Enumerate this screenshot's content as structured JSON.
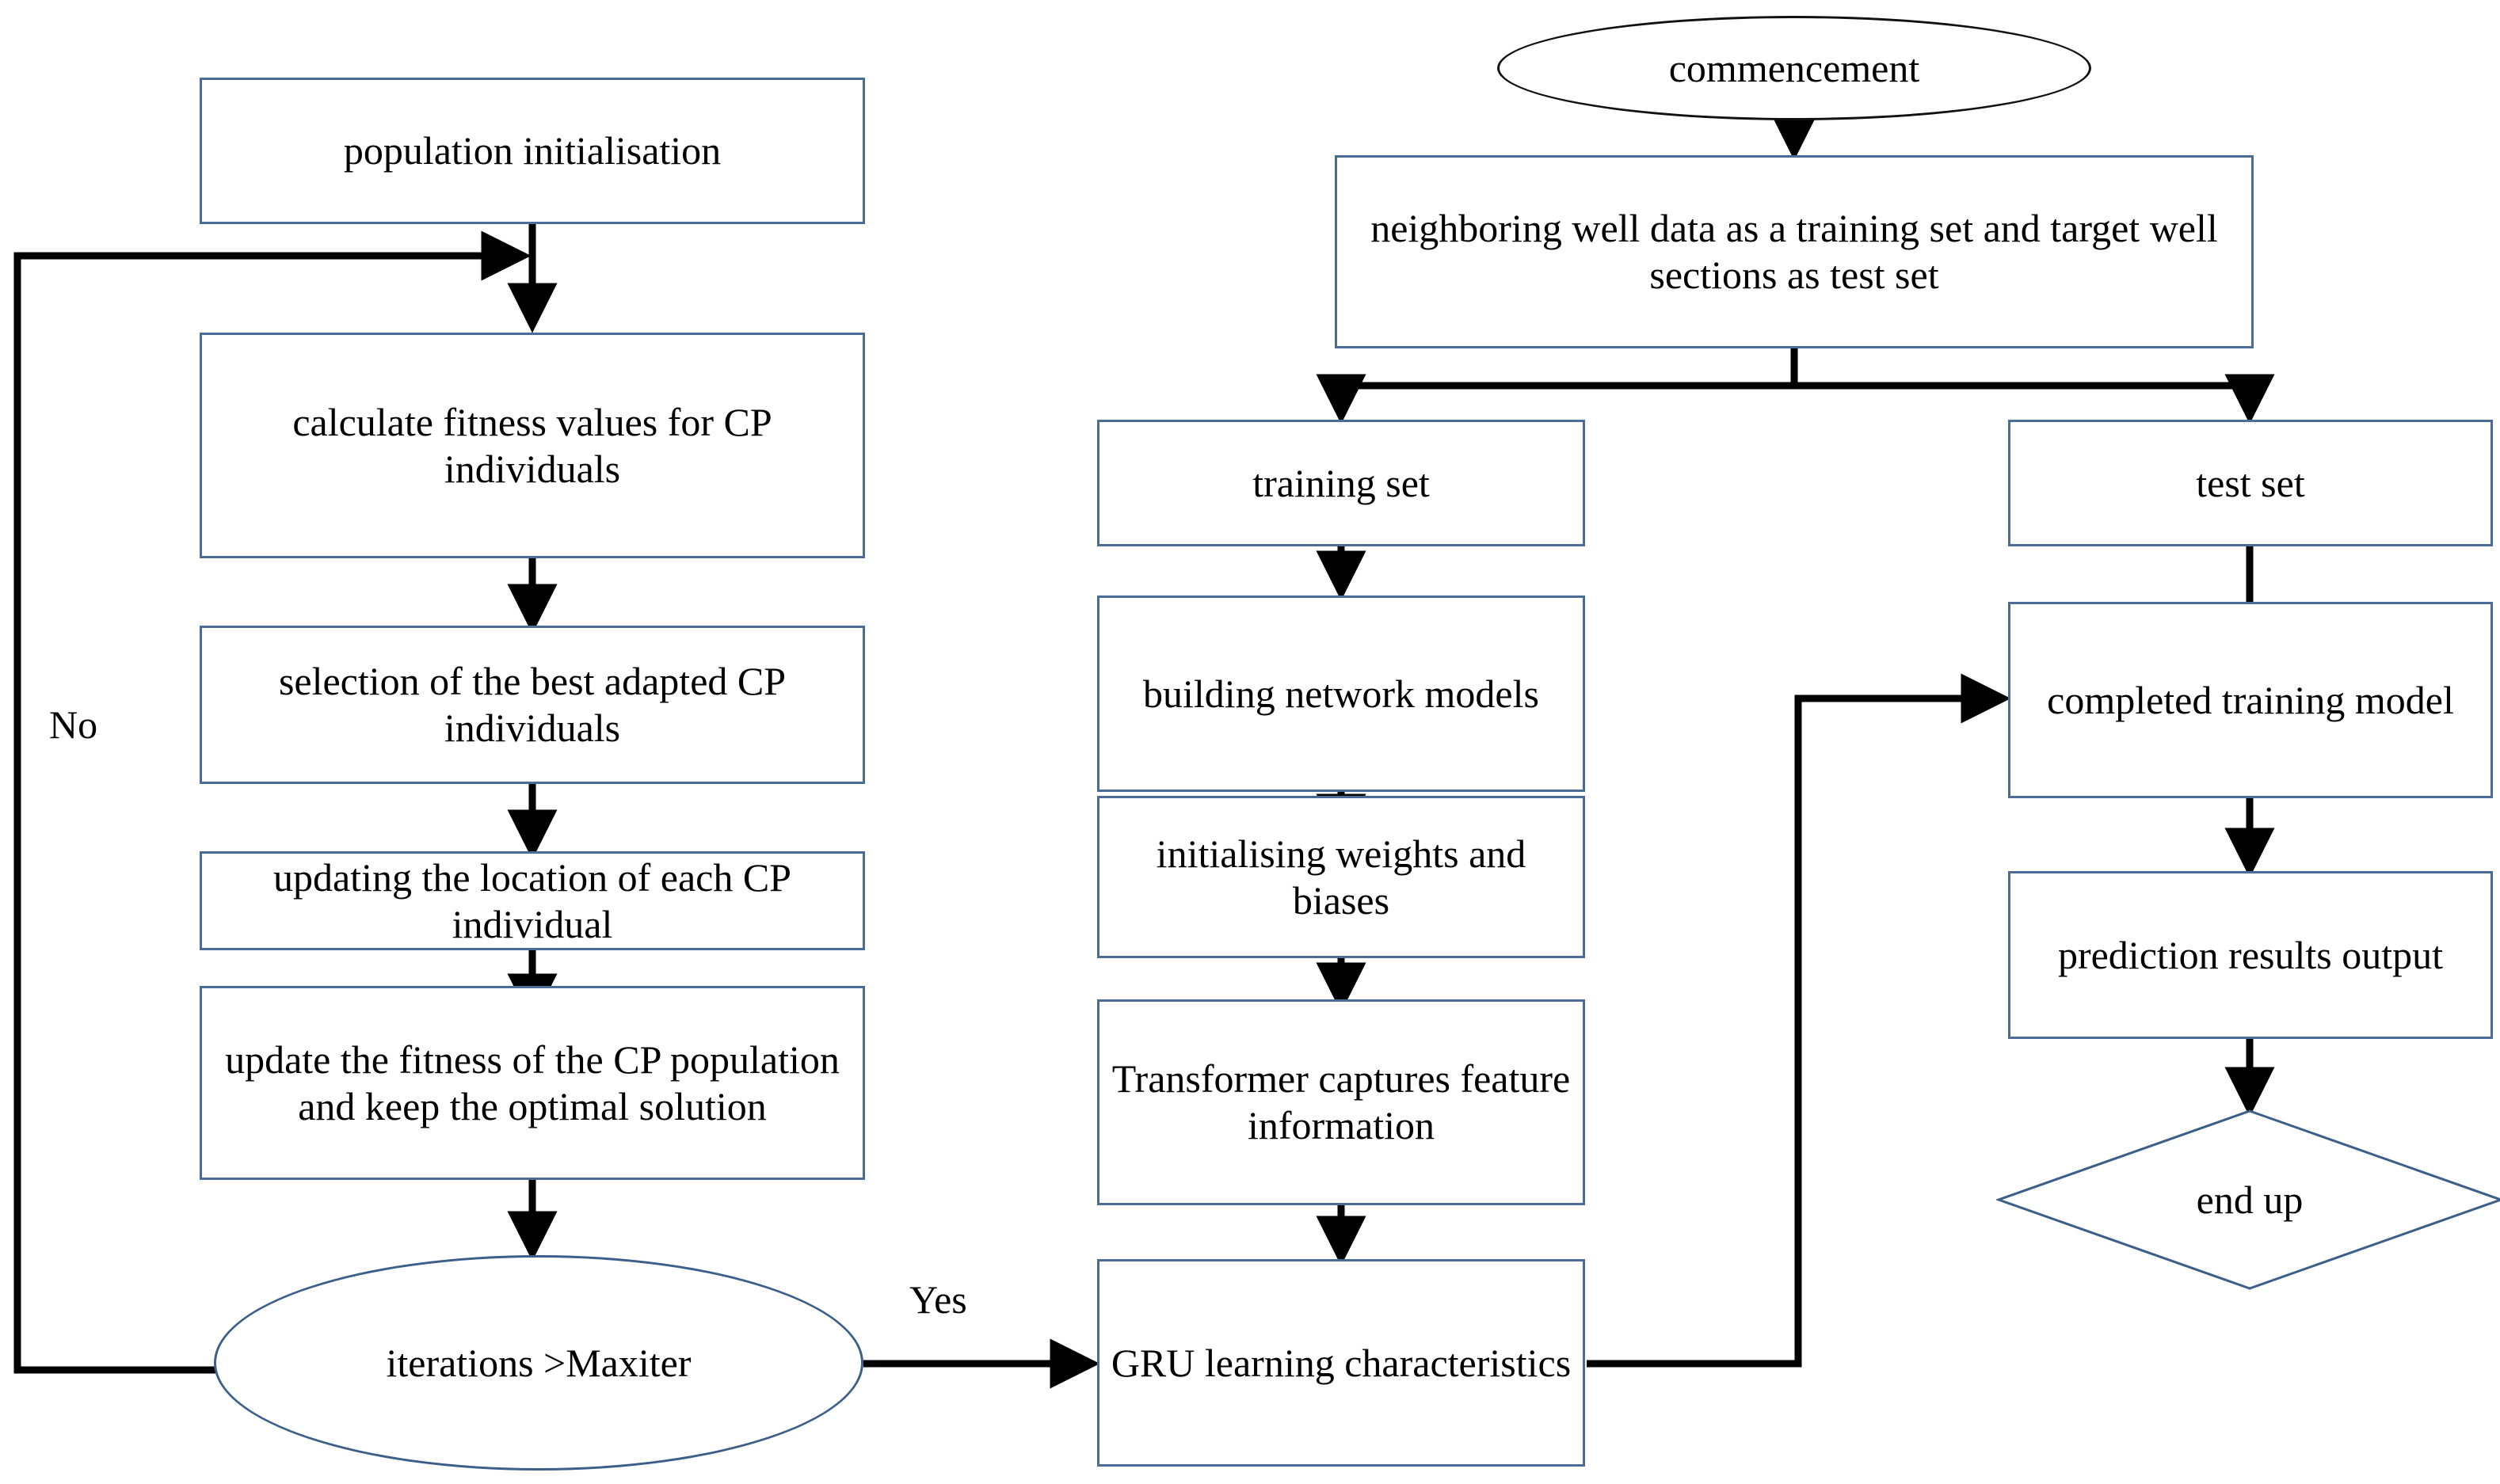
{
  "diagram": {
    "title": "Flowchart of CP-optimised Transformer-GRU well log prediction workflow",
    "colors": {
      "box_border": "#4a6c96",
      "ellipse_border": "#3c5f8a",
      "start_ellipse_border": "#111111",
      "connector": "#000000",
      "background": "#ffffff",
      "text": "#000000"
    }
  },
  "nodes": {
    "population_initialisation": {
      "label": "population initialisation",
      "shape": "rectangle"
    },
    "calculate_fitness": {
      "label": "calculate fitness values for CP individuals",
      "shape": "rectangle"
    },
    "selection_best_adapted": {
      "label": "selection of the best adapted CP individuals",
      "shape": "rectangle"
    },
    "updating_location": {
      "label": "updating the location of each CP individual",
      "shape": "rectangle"
    },
    "update_fitness_keep_optimal": {
      "label": "update the fitness of the CP population and keep the optimal solution",
      "shape": "rectangle"
    },
    "iterations_check": {
      "label": "iterations >Maxiter",
      "shape": "ellipse"
    },
    "commencement": {
      "label": "commencement",
      "shape": "ellipse"
    },
    "data_split": {
      "label": "neighboring well data as a training set and target well sections as test set",
      "shape": "rectangle"
    },
    "training_set": {
      "label": "training set",
      "shape": "rectangle"
    },
    "building_network_models": {
      "label": "building network models",
      "shape": "rectangle"
    },
    "initialising_weights_biases": {
      "label": "initialising weights and biases",
      "shape": "rectangle"
    },
    "transformer_captures": {
      "label": "Transformer captures feature information",
      "shape": "rectangle"
    },
    "gru_learning": {
      "label": "GRU learning characteristics",
      "shape": "rectangle"
    },
    "test_set": {
      "label": "test set",
      "shape": "rectangle"
    },
    "completed_training_model": {
      "label": "completed training model",
      "shape": "rectangle"
    },
    "prediction_results_output": {
      "label": "prediction results output",
      "shape": "rectangle"
    },
    "end_up": {
      "label": "end up",
      "shape": "diamond"
    }
  },
  "edge_labels": {
    "no": "No",
    "yes": "Yes"
  },
  "node_text_lines": {
    "calculate_fitness": [
      "calculate fitness values for CP",
      "individuals"
    ],
    "selection_best_adapted": [
      "selection of the best adapted",
      "CP individuals"
    ],
    "updating_location": [
      "updating the location of each",
      "CP individual"
    ],
    "update_fitness_keep_optimal": [
      "update the fitness of the CP",
      "population and keep the",
      "optimal solution"
    ],
    "data_split": [
      "neighboring well data as a training set and",
      "target well sections as test set"
    ],
    "building_network_models": [
      "building network",
      "models"
    ],
    "initialising_weights_biases": [
      "initialising weights",
      "and biases"
    ],
    "transformer_captures": [
      "Transformer captures",
      "feature information"
    ],
    "gru_learning": [
      "GRU learning",
      "characteristics"
    ],
    "completed_training_model": [
      "completed training",
      "model"
    ],
    "prediction_results_output": [
      "prediction results",
      "output"
    ]
  }
}
